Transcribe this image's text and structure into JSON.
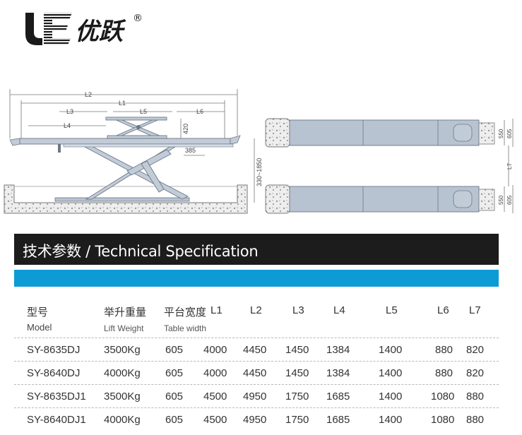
{
  "logo": {
    "latin": "UE",
    "chinese": "优跃",
    "registered": "®"
  },
  "diagram": {
    "dims": {
      "l1": "L1",
      "l2": "L2",
      "l3": "L3",
      "l4": "L4",
      "l5": "L5",
      "l6": "L6",
      "l7": "L7",
      "d420": "420",
      "d385": "385",
      "d3301850": "330~1850",
      "d550a": "550",
      "d605a": "605",
      "d550b": "550",
      "d605b": "605"
    }
  },
  "spec": {
    "title": "技术参数 / Technical Specification"
  },
  "table": {
    "headers": {
      "model_cn": "型号",
      "model_en": "Model",
      "weight_cn": "举升重量",
      "weight_en": "Lift Weight",
      "width_cn": "平台宽度",
      "width_en": "Table width",
      "l1": "L1",
      "l2": "L2",
      "l3": "L3",
      "l4": "L4",
      "l5": "L5",
      "l6": "L6",
      "l7": "L7"
    },
    "rows": [
      {
        "model": "SY-8635DJ",
        "weight": "3500Kg",
        "width": "605",
        "l1": "4000",
        "l2": "4450",
        "l3": "1450",
        "l4": "1384",
        "l5": "1400",
        "l6": "880",
        "l7": "820"
      },
      {
        "model": "SY-8640DJ",
        "weight": "4000Kg",
        "width": "605",
        "l1": "4000",
        "l2": "4450",
        "l3": "1450",
        "l4": "1384",
        "l5": "1400",
        "l6": "880",
        "l7": "820"
      },
      {
        "model": "SY-8635DJ1",
        "weight": "3500Kg",
        "width": "605",
        "l1": "4500",
        "l2": "4950",
        "l3": "1750",
        "l4": "1685",
        "l5": "1400",
        "l6": "1080",
        "l7": "880"
      },
      {
        "model": "SY-8640DJ1",
        "weight": "4000Kg",
        "width": "605",
        "l1": "4500",
        "l2": "4950",
        "l3": "1750",
        "l4": "1685",
        "l5": "1400",
        "l6": "1080",
        "l7": "880"
      }
    ]
  }
}
